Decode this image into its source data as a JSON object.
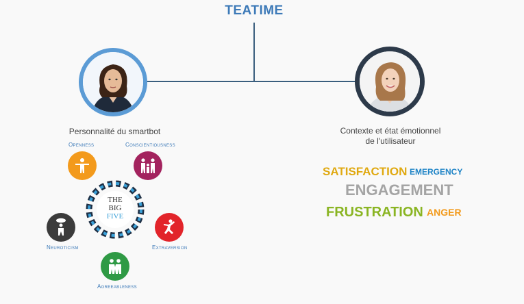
{
  "title": "TEATIME",
  "bot": {
    "caption": "Personnalité du smartbot"
  },
  "user": {
    "caption_line1": "Contexte et état émotionnel",
    "caption_line2": "de l'utilisateur"
  },
  "big_five": {
    "center_line1": "THE",
    "center_line2": "BIG",
    "center_line3": "FIVE",
    "traits": [
      {
        "label": "Openness",
        "color": "#f39a1c",
        "icon": "person-arms-out-icon"
      },
      {
        "label": "Conscientiousness",
        "color": "#a3235e",
        "icon": "family-icon"
      },
      {
        "label": "Extraversion",
        "color": "#e2242a",
        "icon": "jumping-person-icon"
      },
      {
        "label": "Agreeableness",
        "color": "#2f9a45",
        "icon": "two-people-icon"
      },
      {
        "label": "Neuroticism",
        "color": "#3b3b3b",
        "icon": "person-storm-cloud-icon"
      }
    ]
  },
  "emotions": [
    {
      "label": "SATISFACTION",
      "color": "#e0a911"
    },
    {
      "label": "EMERGENCY",
      "color": "#1f84c6"
    },
    {
      "label": "ENGAGEMENT",
      "color": "#a4a4a4"
    },
    {
      "label": "FRUSTRATION",
      "color": "#8ab523"
    },
    {
      "label": "ANGER",
      "color": "#f29a1c"
    }
  ]
}
